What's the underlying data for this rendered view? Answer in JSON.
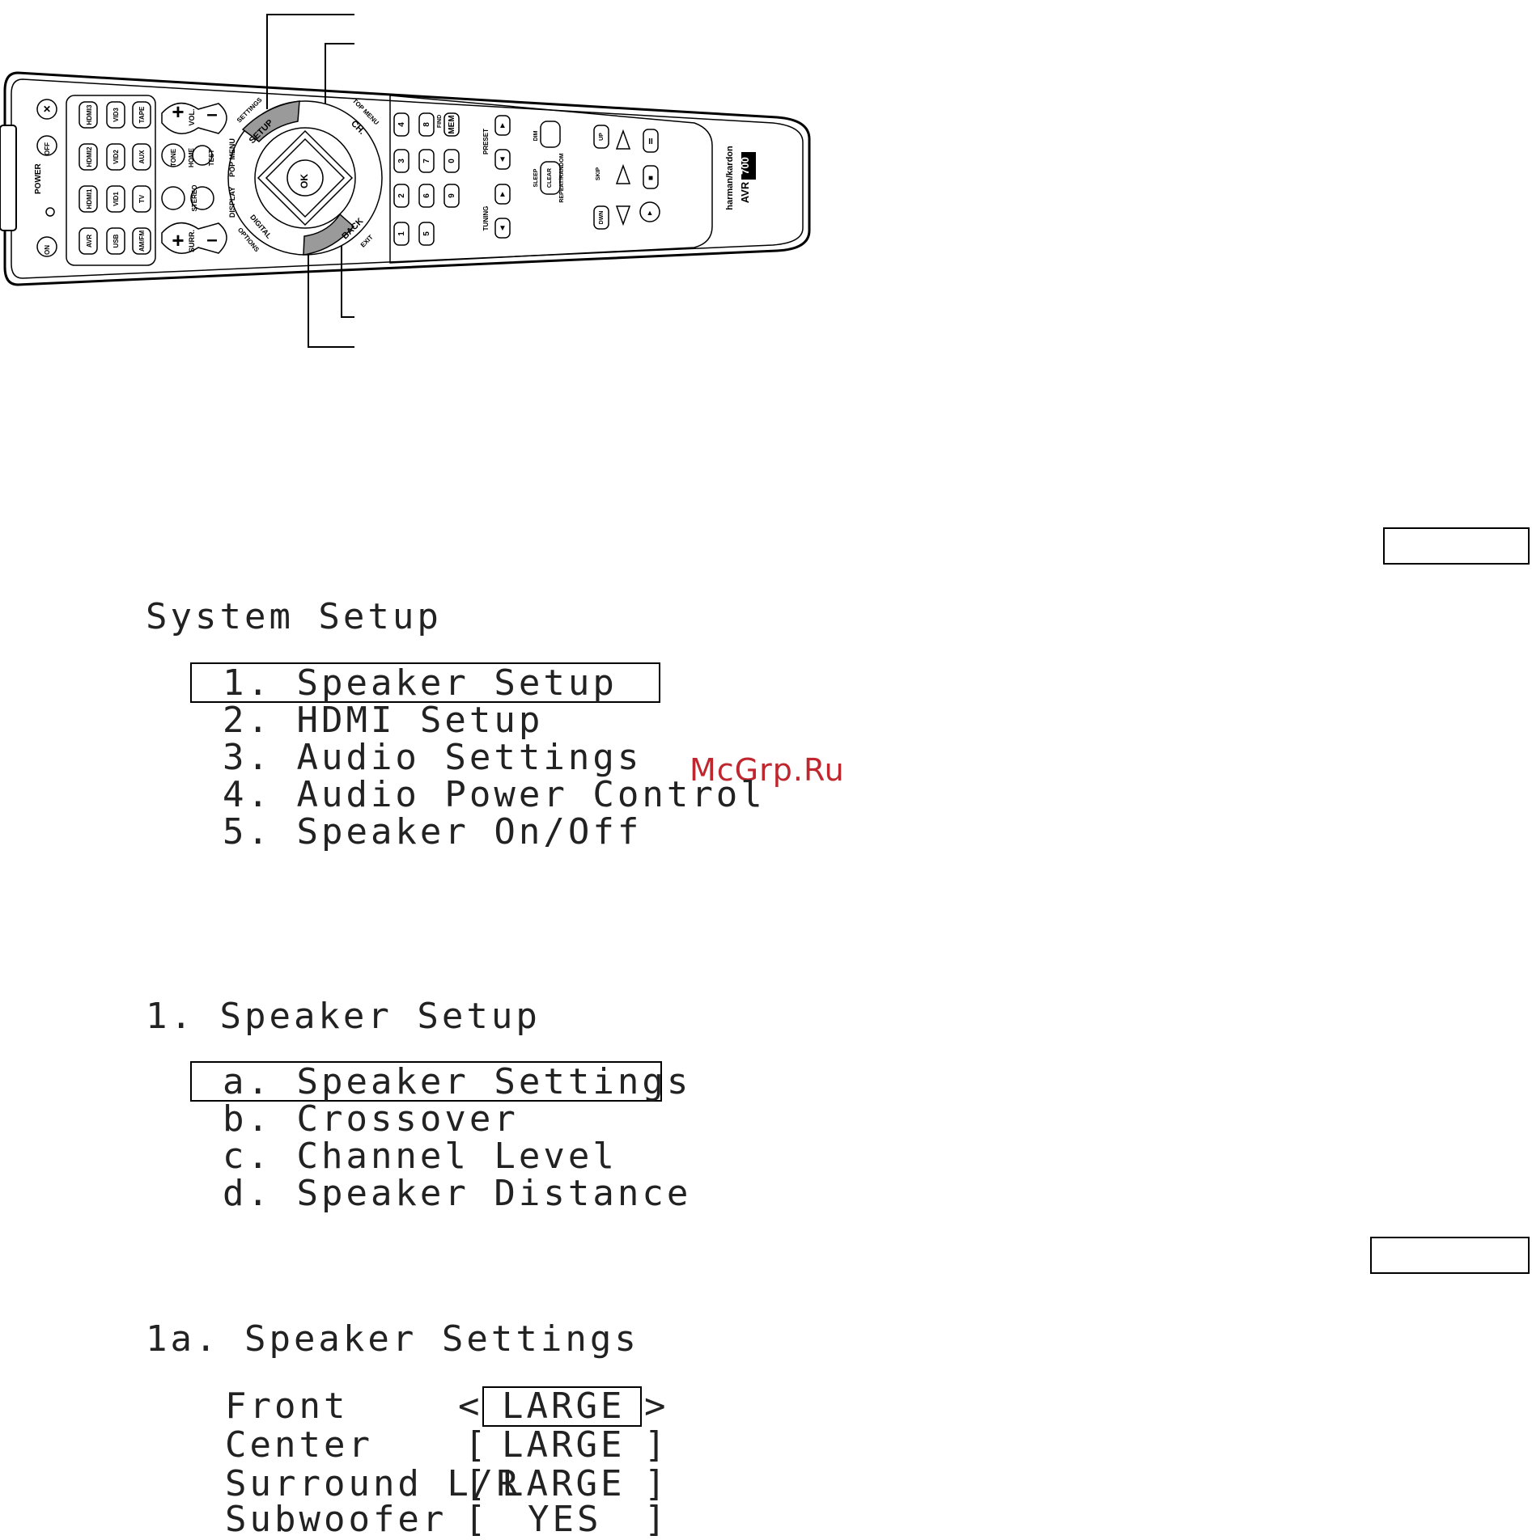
{
  "remote": {
    "brand": "harman/kardon",
    "model_prefix": "AVR",
    "model_number": "700",
    "power_label": "POWER",
    "buttons": {
      "on": "ON",
      "off": "OFF",
      "hdmi3": "HDMI3",
      "hdmi2": "HDMI2",
      "hdmi1": "HDMI1",
      "avr": "AVR",
      "vid3": "VID3",
      "vid2": "VID2",
      "vid1": "VID1",
      "usb": "USB",
      "tape": "TAPE",
      "aux": "AUX",
      "tv": "TV",
      "amfm": "AM/FM",
      "vol": "VOL.",
      "tone": "TONE",
      "home": "HOME",
      "test": "TEST",
      "stereo": "STEREO",
      "surr": "SURR.",
      "setup": "SETUP",
      "settings": "SETTINGS",
      "pop_menu": "POP MENU",
      "display": "DISPLAY",
      "digital": "DIGITAL",
      "options": "OPTIONS",
      "ok": "OK",
      "ch": "CH.",
      "top_menu": "TOP MENU",
      "back": "BACK",
      "exit": "EXIT",
      "find": "FIND",
      "mem": "MEM",
      "preset": "PRESET",
      "tuning": "TUNING",
      "dim": "DIM",
      "sleep": "SLEEP",
      "clear": "CLEAR",
      "repeat_random": "REPEAT/RANDOM",
      "up": "UP",
      "dwn": "DWN",
      "skip": "SKIP",
      "numbers": [
        "1",
        "2",
        "3",
        "4",
        "5",
        "6",
        "7",
        "8",
        "9",
        "0"
      ]
    }
  },
  "system_setup": {
    "title": "System Setup",
    "items": [
      "1. Speaker Setup",
      "2. HDMI Setup",
      "3. Audio Settings",
      "4. Audio Power Control",
      "5. Speaker On/Off"
    ]
  },
  "speaker_setup": {
    "title": "1. Speaker Setup",
    "items": [
      "a. Speaker Settings",
      "b. Crossover",
      "c. Channel Level",
      "d. Speaker Distance"
    ]
  },
  "speaker_settings": {
    "title": "1a. Speaker Settings",
    "rows": [
      {
        "label": "Front",
        "open": "<",
        "value": "LARGE",
        "close": ">"
      },
      {
        "label": "Center",
        "open": "[",
        "value": "LARGE",
        "close": "]"
      },
      {
        "label": "Surround L/R",
        "open": "[",
        "value": "LARGE",
        "close": "]"
      },
      {
        "label": "Subwoofer",
        "open": "[",
        "value": "YES",
        "close": "]"
      }
    ]
  },
  "watermark": "McGrp.Ru"
}
